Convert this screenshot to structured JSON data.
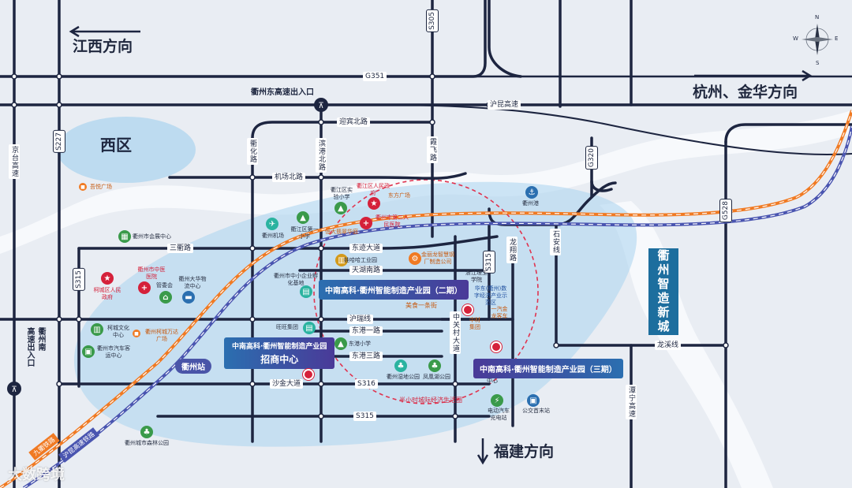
{
  "directions": {
    "west": "江西方向",
    "east": "杭州、金华方向",
    "south": "福建方向"
  },
  "compass": {
    "n": "N",
    "s": "S",
    "e": "E",
    "w": "W"
  },
  "districts": {
    "xiqu": "西区",
    "new_city": "衢州智造新城"
  },
  "roads": {
    "s305": "S305",
    "g351": "G351",
    "hukun": "沪昆高速",
    "s227": "S227",
    "jingtai": "京台高速",
    "yingbin": "迎宾北路",
    "quhua": "衢化路",
    "binggang": "滨港北路",
    "xiafei": "霞飞路",
    "jichang": "机场北路",
    "g320": "G320",
    "g528": "G528",
    "sanqu": "三衢路",
    "dongdi": "东迹大道",
    "tianhu": "天湖南路",
    "s315a": "S315",
    "s315b": "S315",
    "s315c": "S315",
    "longxiang": "龙翔路",
    "shian": "石安线",
    "huchui": "沪瑞线",
    "donggang1": "东港一路",
    "donggang3": "东港三路",
    "zhongguancun": "中关村大道",
    "longxi": "龙溪线",
    "shajin": "沙金大道",
    "s316": "S316",
    "tanning": "潭宁高速",
    "gaosu_entry_west": "高速出入口",
    "quzhounan": "衢州南",
    "quzhou_east_exit": "衢州东高速出入口",
    "jiuqu_rail": "九衢铁路",
    "hukun_rail": "沪昆高速铁路"
  },
  "pois": {
    "wuyue": "吾悦广场",
    "huizhan": "衢州市会展中心",
    "jichang": "衢州机场",
    "kejiang_primary": "衢江区第一小学",
    "kejiang_exp": "衢江区实验小学",
    "kejiang_gov": "衢江区人民政府",
    "second_hospital": "衢州市第二人民医院",
    "dongfang": "东方广场",
    "hengda": "恒大翡翠华庭",
    "zhongyi": "衢州市中医医院",
    "kecheng_gov": "柯城区人民政府",
    "guanweihui": "管委会",
    "dahua": "衢州大华物流中心",
    "wenhua": "柯城文化中心",
    "wanda": "衢州柯城万达广场",
    "qiche": "衢州市汽车客运中心",
    "zhongxiao": "衢州市中小企业孵化基地",
    "wahaha": "娃哈哈工业园",
    "jinlilong": "金丽龙智慧钢厂制造公司",
    "gongxue": "浙江理工学院",
    "meishi": "美食一条街",
    "wangwang": "旺旺集团",
    "donggang_primary": "东港小学",
    "qujiang_park": "衢州湿地公园",
    "fenghuang": "凤凰湖公园",
    "donggang_center": "东港商业中心",
    "huadong": "华东(衢州)数字经济产业示范区",
    "zhongcai": "中材集团",
    "yiqi": "一汽金龙客车",
    "senlin": "衢州城市森林公园",
    "chongdian": "电动汽车充电站",
    "gongjiao": "公交首末站",
    "quzhou_port": "衢州港",
    "halfhour": "半小时城际经济生活圈",
    "station": "衢州站"
  },
  "callouts": {
    "phase2": "中南高科·衢州智能制造产业园（二期）",
    "phase3": "中南高科·衢州智能制造产业园（三期）",
    "invest_top": "中南高科·衢州智能制造产业园",
    "invest_bottom": "招商中心"
  },
  "watermark": "大数跨境"
}
